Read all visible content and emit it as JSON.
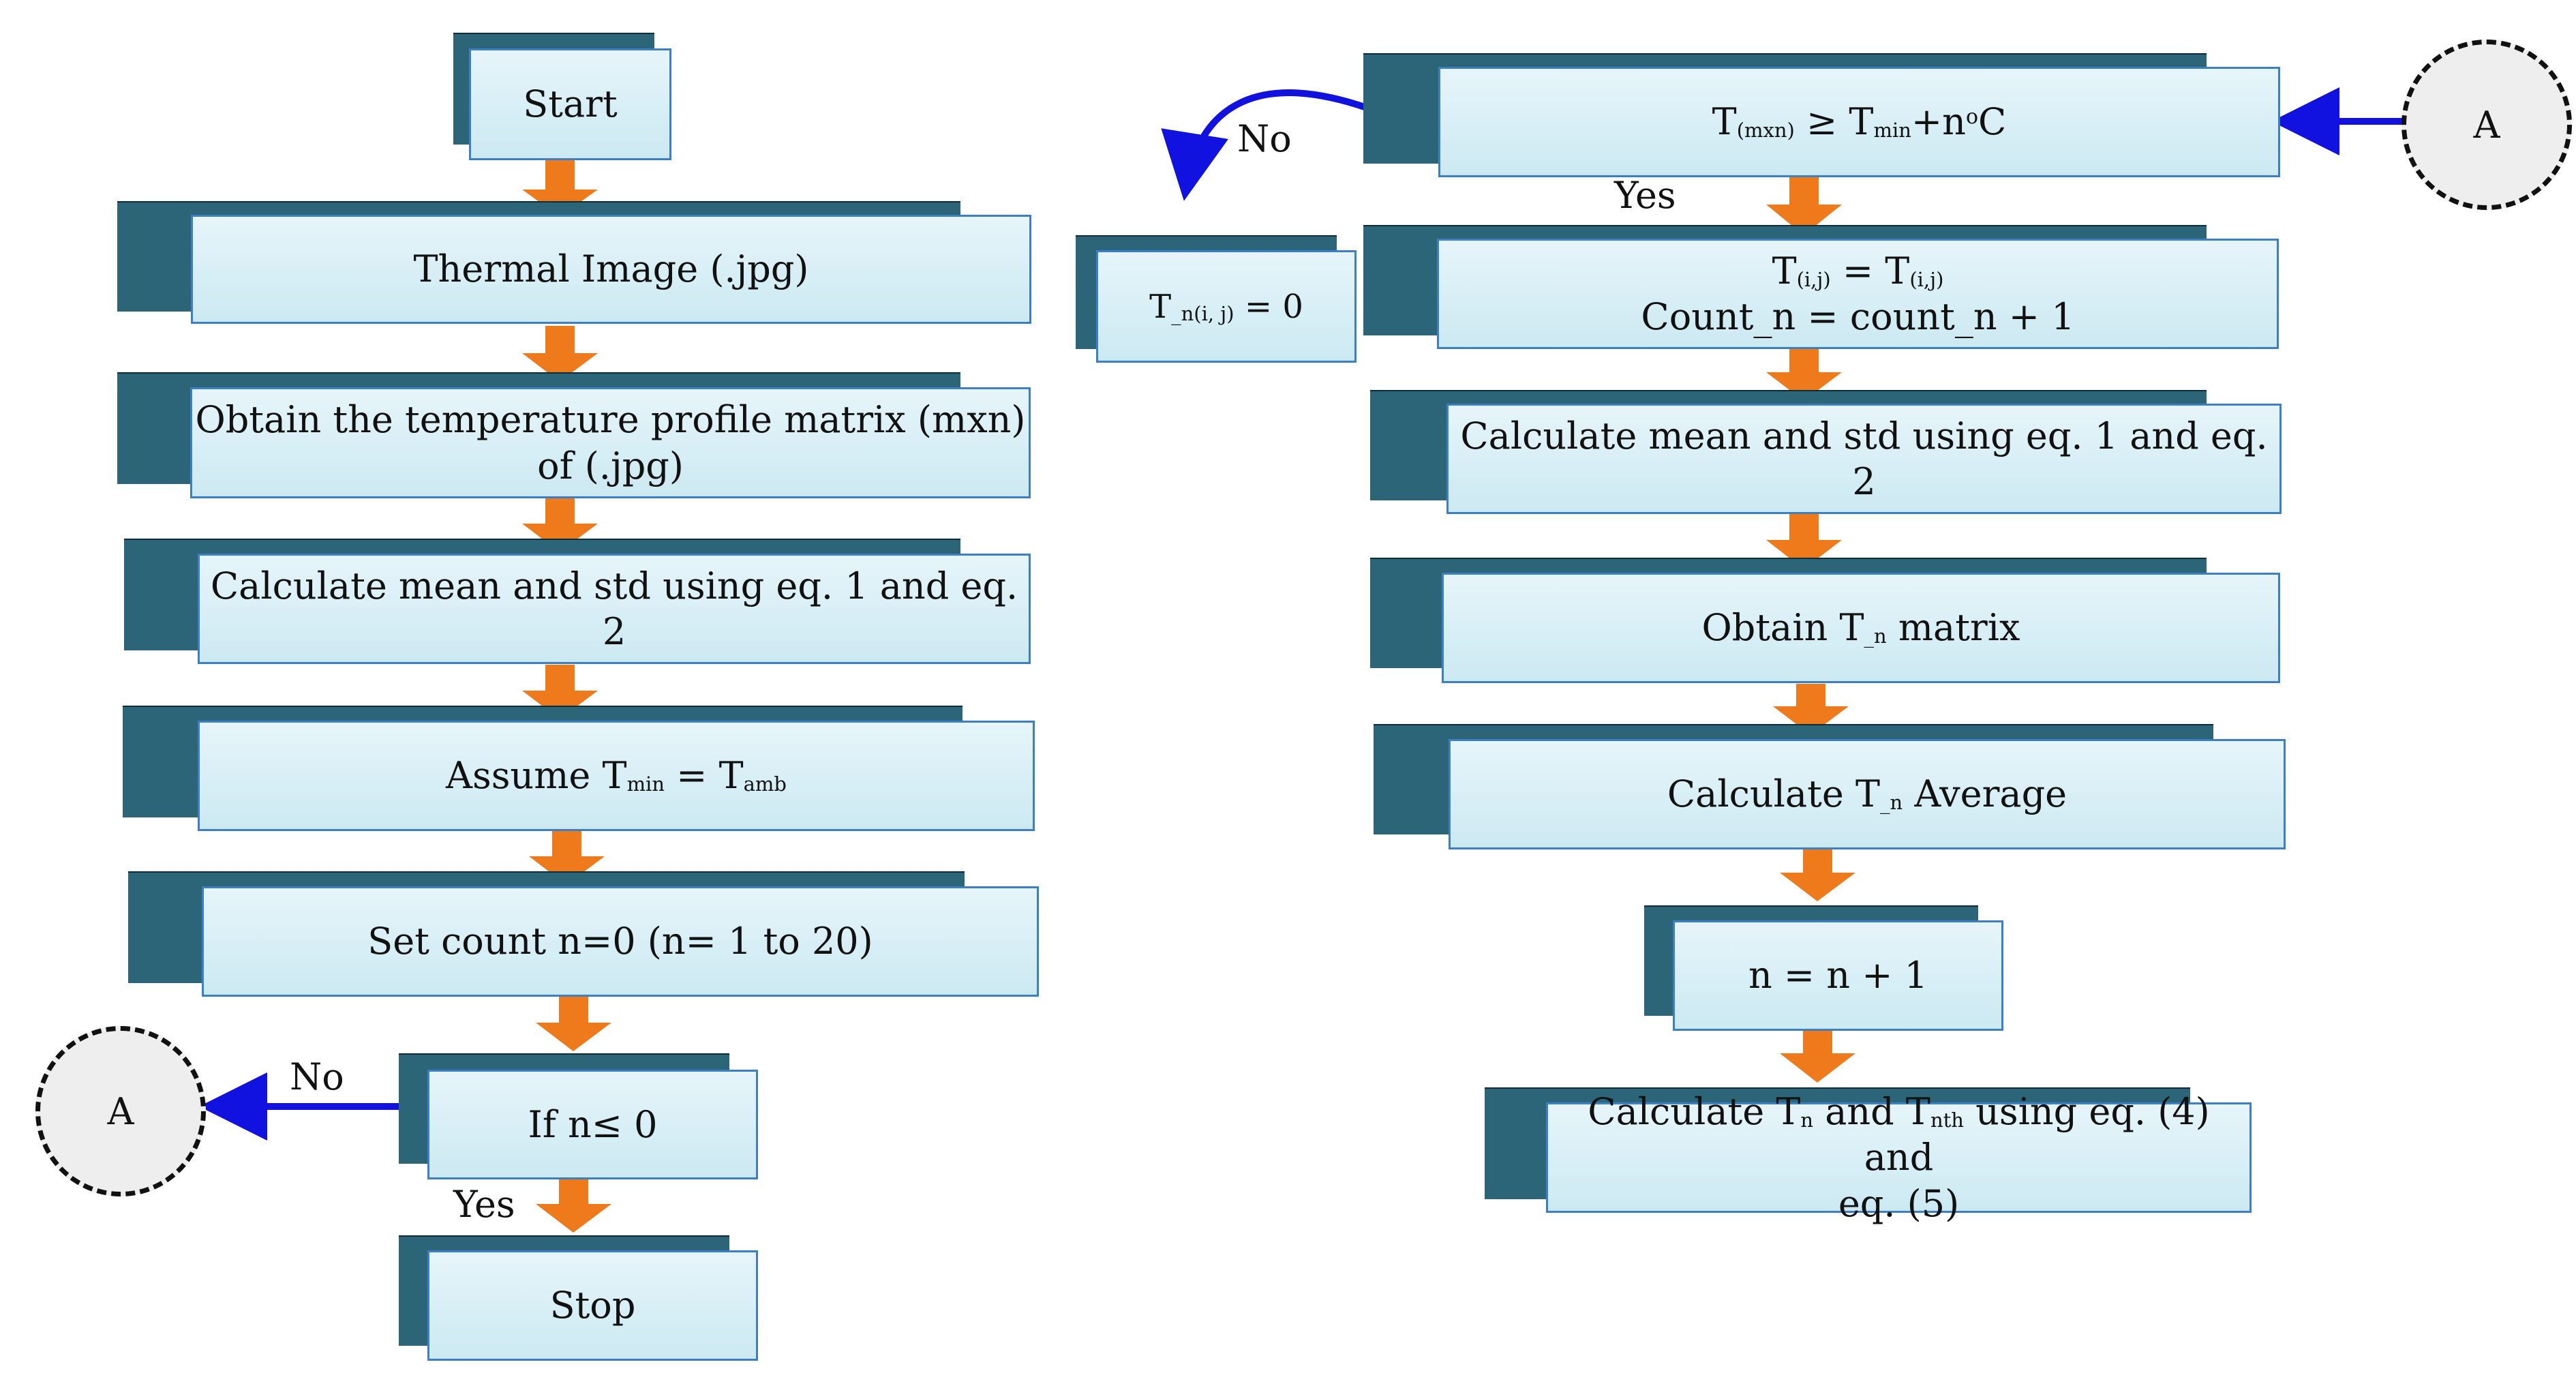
{
  "left_column": {
    "start": "Start",
    "thermal_image": "Thermal Image (.jpg)",
    "obtain_matrix_line1": "Obtain the temperature profile matrix (mxn)",
    "obtain_matrix_line2": "of (.jpg)",
    "calc_mean_std": "Calculate mean and std using eq. 1 and eq. 2",
    "assume_prefix": "Assume T",
    "assume_sub1": "min",
    "assume_eq": " = T",
    "assume_sub2": "amb",
    "set_count": "Set count n=0 (n= 1 to 20)",
    "if_cond": "If n≤ 0",
    "stop": "Stop",
    "no_label": "No",
    "yes_label": "Yes",
    "connector": "A"
  },
  "right_column": {
    "cond_t": "T",
    "cond_sub1": "(mxn)",
    "cond_ge": " ≥  T",
    "cond_sub2": "min",
    "cond_plus": "+n",
    "cond_deg": "o",
    "cond_c": "C",
    "assign_t1": "T",
    "assign_sub1": "(i,j)",
    "assign_eq": " =  T",
    "assign_sub2": "(i,j)",
    "count_update": "Count_n = count_n + 1",
    "calc_mean_std": "Calculate mean and std using eq. 1 and eq. 2",
    "obtain_t": "Obtain T",
    "obtain_sub": "_n",
    "obtain_rest": " matrix",
    "avg_t": "Calculate T",
    "avg_sub": "_n",
    "avg_rest": " Average",
    "increment": "n = n + 1",
    "final_p1": "Calculate T",
    "final_sub1": "n",
    "final_p2": " and T",
    "final_sub2": "nth",
    "final_p3": " using eq. (4) and",
    "final_line2": "eq. (5)",
    "zero_t": "T",
    "zero_sub": "_n(i, j)",
    "zero_rest": " = 0",
    "no_label": "No",
    "yes_label": "Yes",
    "connector": "A"
  },
  "colors": {
    "box_fill": "#d3ecf4",
    "box_border": "#3d7fc4",
    "box_shadow": "#2b6577",
    "flow_arrow": "#ee7a1c",
    "branch_arrow": "#1212e0"
  }
}
